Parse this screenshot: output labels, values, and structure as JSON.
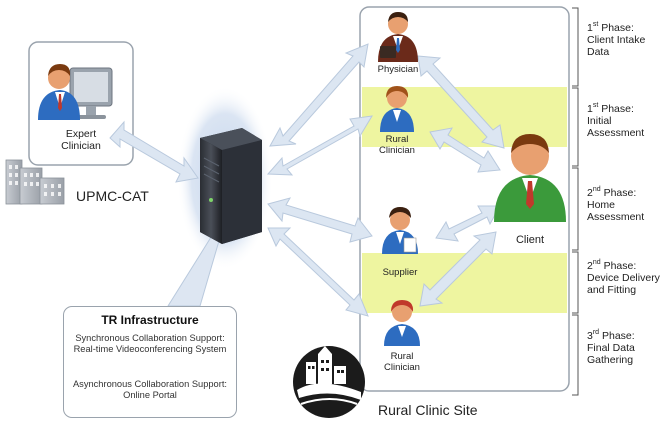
{
  "labels": {
    "expert_clinician": "Expert\nClinician",
    "upmc_cat": "UPMC-CAT",
    "physician": "Physician",
    "rural_clinician_1": "Rural\nClinician",
    "client": "Client",
    "supplier": "Supplier",
    "rural_clinician_2": "Rural\nClinician",
    "rural_clinic_site": "Rural Clinic Site"
  },
  "tr_infrastructure": {
    "title": "TR Infrastructure",
    "sync": "Synchronous Collaboration Support: Real-time Videoconferencing System",
    "async": "Asynchronous Collaboration Support: Online Portal"
  },
  "phases": [
    {
      "num": "1",
      "sup": "st",
      "word": "Phase:",
      "lines": [
        "Client Intake",
        "Data"
      ]
    },
    {
      "num": "1",
      "sup": "st",
      "word": "Phase:",
      "lines": [
        "Initial",
        "Assessment"
      ]
    },
    {
      "num": "2",
      "sup": "nd",
      "word": "Phase:",
      "lines": [
        "Home",
        "Assessment"
      ]
    },
    {
      "num": "2",
      "sup": "nd",
      "word": "Phase:",
      "lines": [
        "Device Delivery",
        "and Fitting"
      ]
    },
    {
      "num": "3",
      "sup": "rd",
      "word": "Phase:",
      "lines": [
        "Final Data",
        "Gathering"
      ]
    }
  ],
  "colors": {
    "highlight_band": "#eef5a0",
    "arrow_fill": "#dce6f2",
    "arrow_stroke": "#b9c9dd",
    "suit_blue": "#2d6cc0",
    "client_green": "#3b9a3b",
    "skin": "#e8a070",
    "hair": "#7a3a10"
  }
}
